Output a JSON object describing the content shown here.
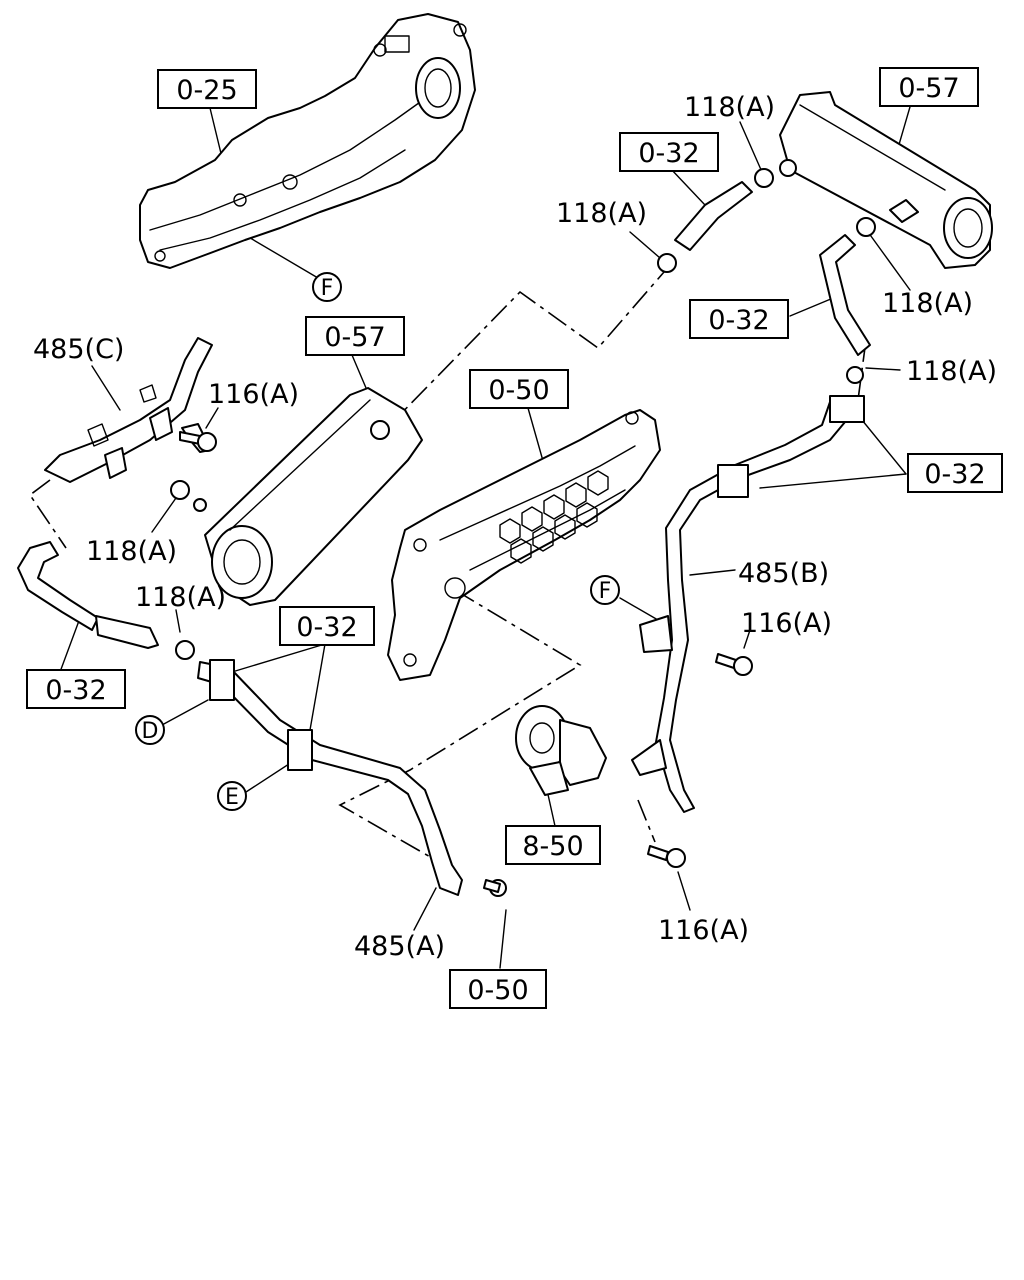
{
  "ref_boxes": [
    {
      "id": "b1",
      "text": "0-25"
    },
    {
      "id": "b2",
      "text": "0-57"
    },
    {
      "id": "b3",
      "text": "0-32"
    },
    {
      "id": "b4",
      "text": "0-32"
    },
    {
      "id": "b5",
      "text": "0-57"
    },
    {
      "id": "b6",
      "text": "0-50"
    },
    {
      "id": "b7",
      "text": "0-32"
    },
    {
      "id": "b8",
      "text": "0-32"
    },
    {
      "id": "b9",
      "text": "0-32"
    },
    {
      "id": "b10",
      "text": "8-50"
    },
    {
      "id": "b11",
      "text": "0-50"
    }
  ],
  "part_labels": [
    {
      "id": "p1",
      "text": "118(A)"
    },
    {
      "id": "p2",
      "text": "118(A)"
    },
    {
      "id": "p3",
      "text": "118(A)"
    },
    {
      "id": "p4",
      "text": "118(A)"
    },
    {
      "id": "p5",
      "text": "485(C)"
    },
    {
      "id": "p6",
      "text": "116(A)"
    },
    {
      "id": "p7",
      "text": "118(A)"
    },
    {
      "id": "p8",
      "text": "118(A)"
    },
    {
      "id": "p9",
      "text": "485(B)"
    },
    {
      "id": "p10",
      "text": "116(A)"
    },
    {
      "id": "p11",
      "text": "485(A)"
    },
    {
      "id": "p12",
      "text": "116(A)"
    }
  ],
  "circle_labels": [
    {
      "id": "c1",
      "text": "F"
    },
    {
      "id": "c2",
      "text": "F"
    },
    {
      "id": "c3",
      "text": "D"
    },
    {
      "id": "c4",
      "text": "E"
    }
  ]
}
